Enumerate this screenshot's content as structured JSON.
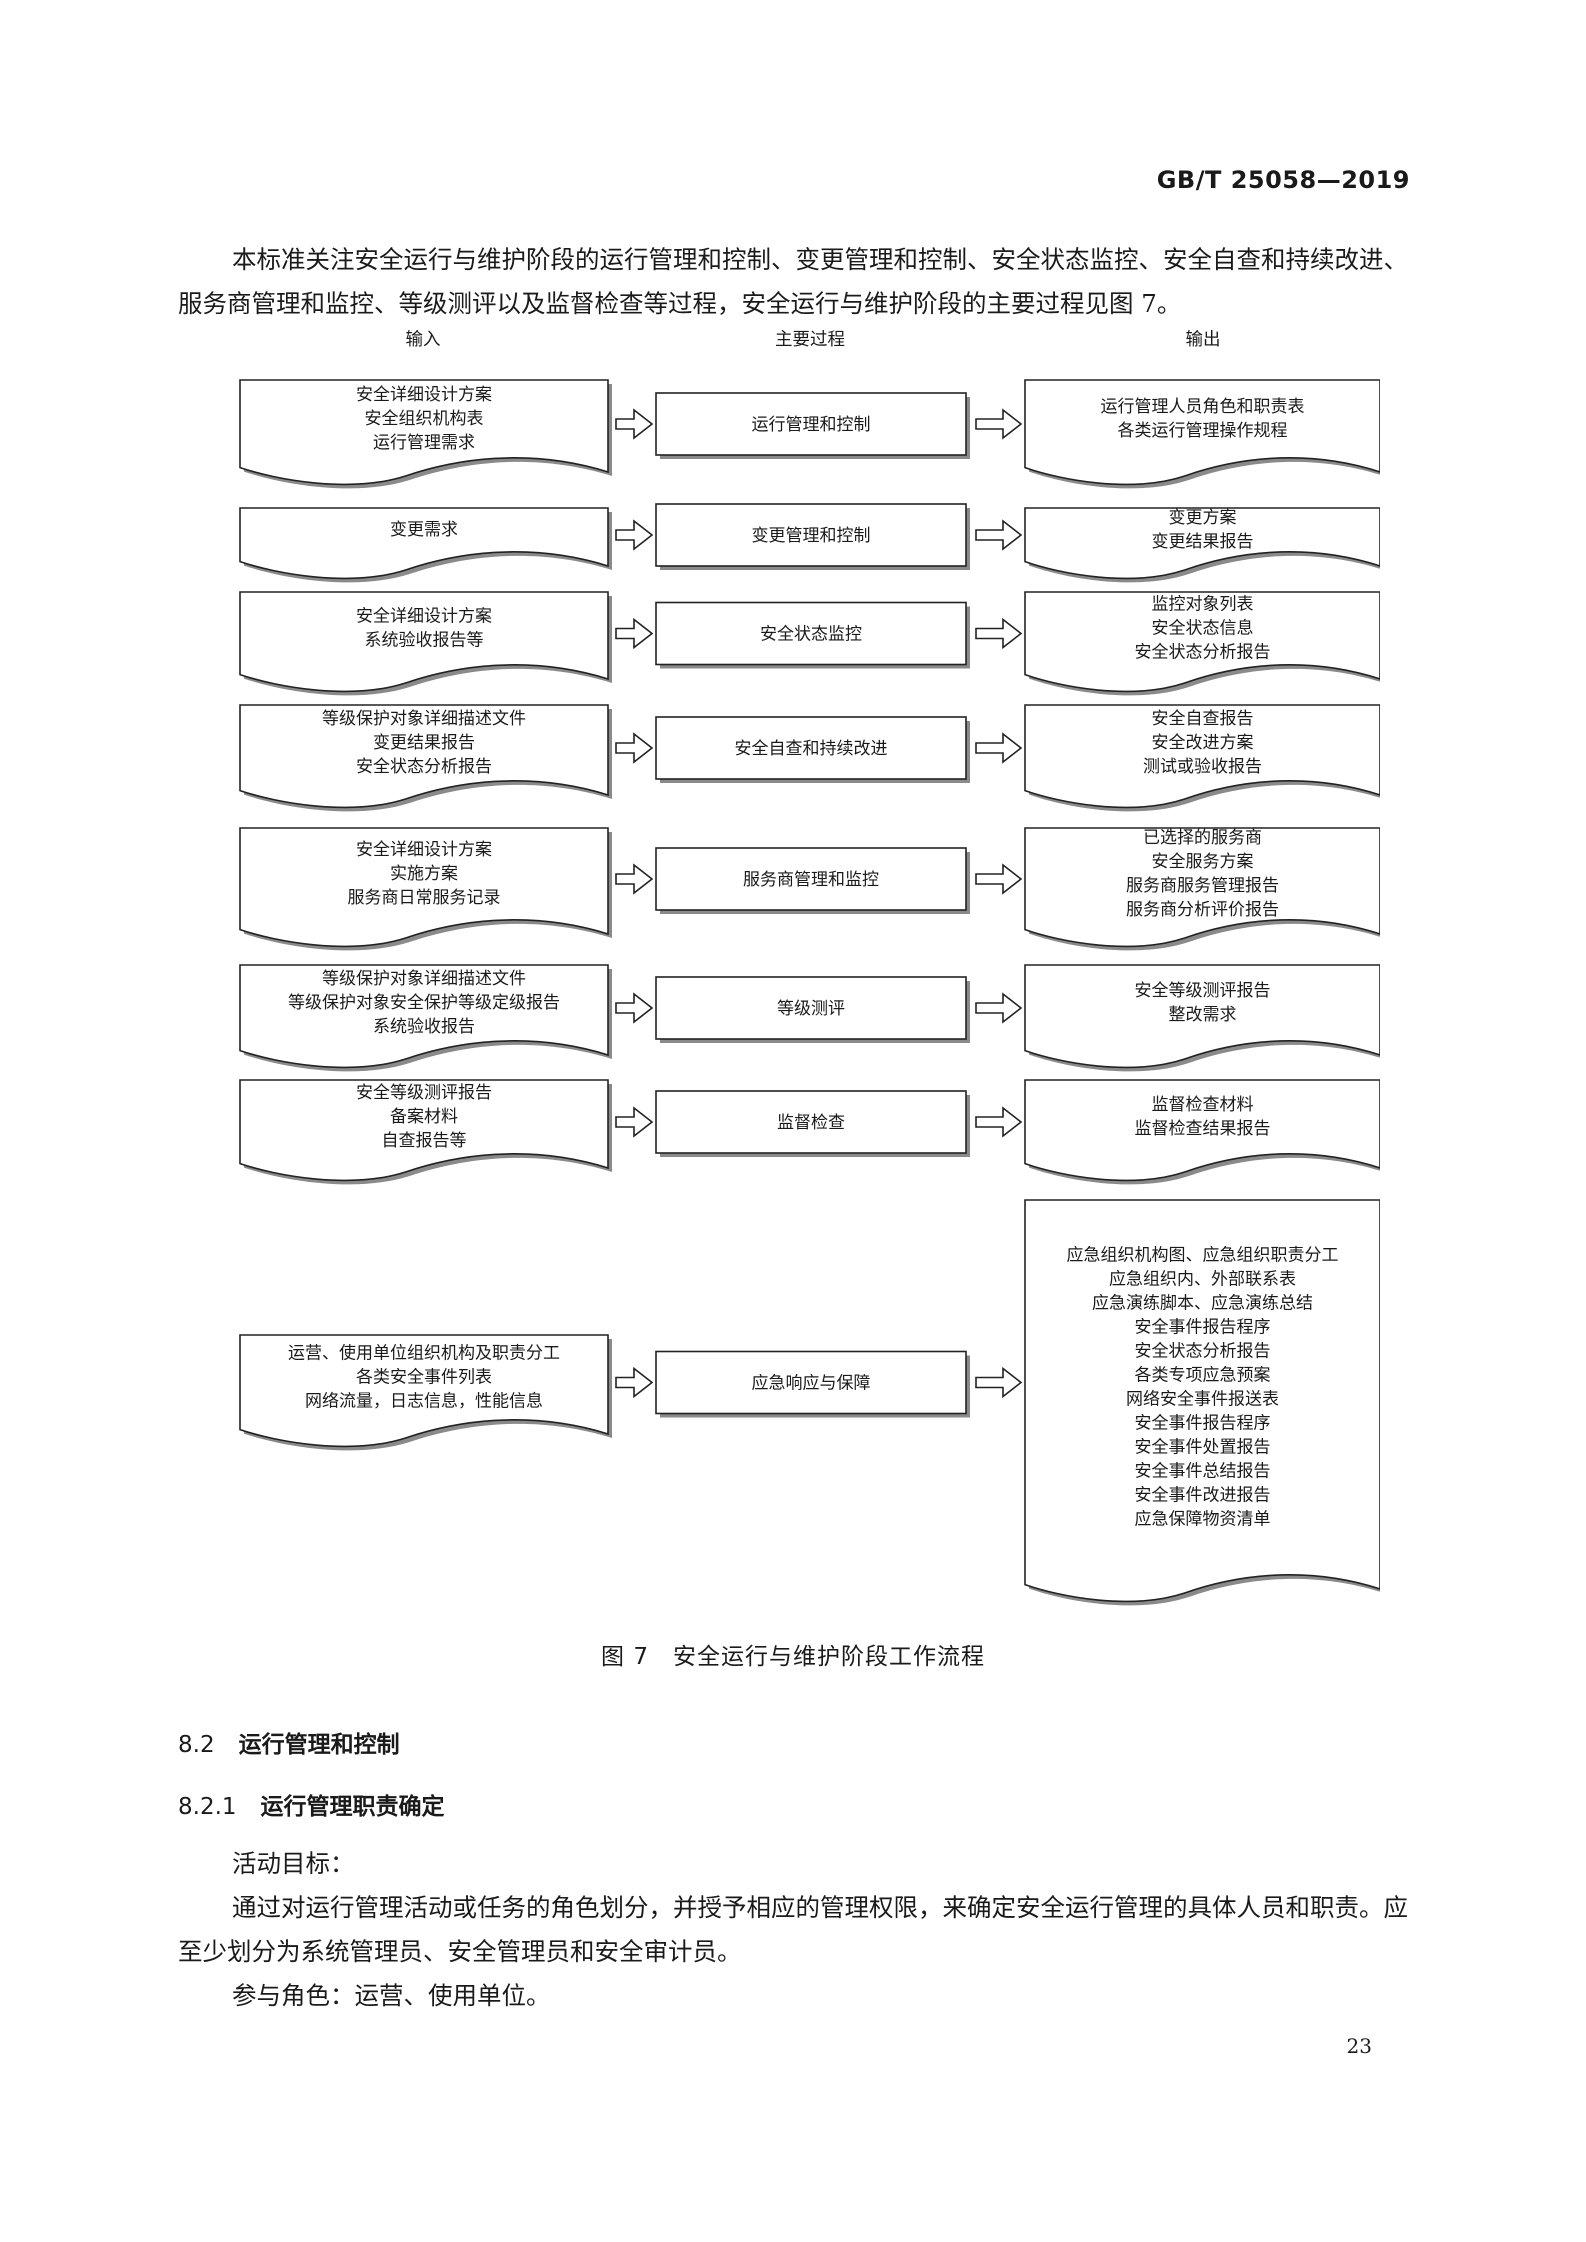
{
  "header": {
    "standard_code": "GB/T 25058—2019"
  },
  "intro": "本标准关注安全运行与维护阶段的运行管理和控制、变更管理和控制、安全状态监控、安全自查和持续改进、服务商管理和监控、等级测评以及监督检查等过程，安全运行与维护阶段的主要过程见图 7。",
  "diagram": {
    "headers": {
      "input": "输入",
      "process": "主要过程",
      "output": "输出"
    },
    "rows": [
      {
        "inputs": [
          "安全详细设计方案",
          "安全组织机构表",
          "运行管理需求"
        ],
        "process": "运行管理和控制",
        "outputs": [
          "运行管理人员角色和职责表",
          "各类运行管理操作规程"
        ]
      },
      {
        "inputs": [
          "变更需求"
        ],
        "process": "变更管理和控制",
        "outputs": [
          "变更方案",
          "变更结果报告"
        ]
      },
      {
        "inputs": [
          "安全详细设计方案",
          "系统验收报告等"
        ],
        "process": "安全状态监控",
        "outputs": [
          "监控对象列表",
          "安全状态信息",
          "安全状态分析报告"
        ]
      },
      {
        "inputs": [
          "等级保护对象详细描述文件",
          "变更结果报告",
          "安全状态分析报告"
        ],
        "process": "安全自查和持续改进",
        "outputs": [
          "安全自查报告",
          "安全改进方案",
          "测试或验收报告"
        ]
      },
      {
        "inputs": [
          "安全详细设计方案",
          "实施方案",
          "服务商日常服务记录"
        ],
        "process": "服务商管理和监控",
        "outputs": [
          "已选择的服务商",
          "安全服务方案",
          "服务商服务管理报告",
          "服务商分析评价报告"
        ]
      },
      {
        "inputs": [
          "等级保护对象详细描述文件",
          "等级保护对象安全保护等级定级报告",
          "系统验收报告"
        ],
        "process": "等级测评",
        "outputs": [
          "安全等级测评报告",
          "整改需求"
        ]
      },
      {
        "inputs": [
          "安全等级测评报告",
          "备案材料",
          "自查报告等"
        ],
        "process": "监督检查",
        "outputs": [
          "监督检查材料",
          "监督检查结果报告"
        ]
      },
      {
        "inputs": [
          "运营、使用单位组织机构及职责分工",
          "各类安全事件列表",
          "网络流量，日志信息，性能信息"
        ],
        "process": "应急响应与保障",
        "outputs": [
          "应急组织机构图、应急组织职责分工",
          "应急组织内、外部联系表",
          "应急演练脚本、应急演练总结",
          "安全事件报告程序",
          "安全状态分析报告",
          "各类专项应急预案",
          "网络安全事件报送表",
          "安全事件报告程序",
          "安全事件处置报告",
          "安全事件总结报告",
          "安全事件改进报告",
          "应急保障物资清单"
        ]
      }
    ]
  },
  "caption": "图 7　安全运行与维护阶段工作流程",
  "section_8_2": {
    "num": "8.2",
    "title": "运行管理和控制"
  },
  "section_8_2_1": {
    "num": "8.2.1",
    "title": "运行管理职责确定"
  },
  "goal_label": "活动目标：",
  "goal_text": "通过对运行管理活动或任务的角色划分，并授予相应的管理权限，来确定安全运行管理的具体人员和职责。应至少划分为系统管理员、安全管理员和安全审计员。",
  "roles": "参与角色：运营、使用单位。",
  "page_number": "23"
}
